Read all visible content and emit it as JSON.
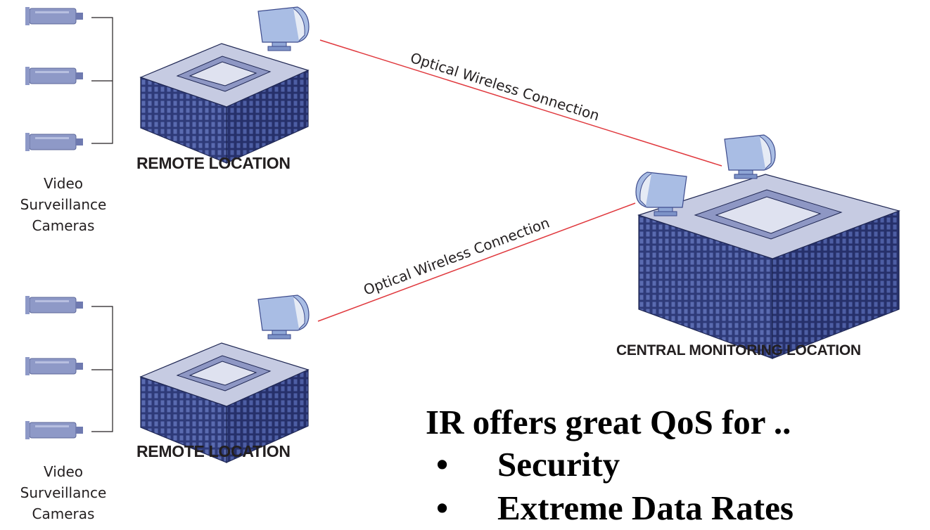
{
  "links": [
    {
      "label": "Optical Wireless Connection"
    },
    {
      "label": "Optical Wireless Connection"
    }
  ],
  "labels": {
    "remote_top": "REMOTE LOCATION",
    "remote_bottom": "REMOTE LOCATION",
    "central": "CENTRAL MONITORING LOCATION"
  },
  "camera_groups": [
    {
      "line1": "Video",
      "line2": "Surveillance",
      "line3": "Cameras"
    },
    {
      "line1": "Video",
      "line2": "Surveillance",
      "line3": "Cameras"
    }
  ],
  "headline": "IR offers great QoS for ..",
  "bullets": [
    {
      "marker": "•",
      "text": "Security"
    },
    {
      "marker": "•",
      "text": "Extreme Data Rates"
    }
  ],
  "colors": {
    "building": "#3d4b8c",
    "building_top": "#9aa3cc",
    "building_roof": "#c9cde3",
    "transceiver": "#a9bde4",
    "link_line": "#e0393e",
    "camera": "#8e99c7"
  }
}
